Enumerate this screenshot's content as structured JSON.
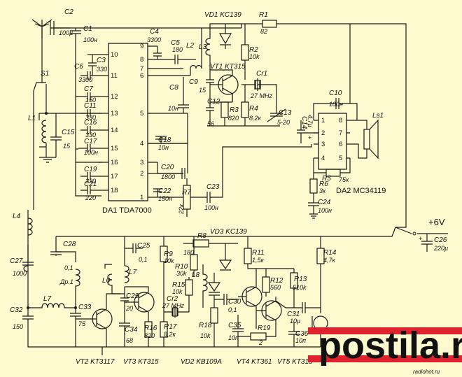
{
  "labels": {
    "C2": {
      "ref": "C2",
      "val": "100µ"
    },
    "C1": {
      "ref": "C1",
      "val": "100н"
    },
    "C3": {
      "ref": "C3",
      "val": "330"
    },
    "C6": {
      "ref": "C6",
      "val": "3300"
    },
    "C7": {
      "ref": "C7",
      "val": "150"
    },
    "C11": {
      "ref": "C11",
      "val": "330"
    },
    "C16": {
      "ref": "C16",
      "val": "330"
    },
    "C17": {
      "ref": "C17",
      "val": "100н"
    },
    "C19": {
      "ref": "C19",
      "val": "330"
    },
    "C21": {
      "ref": "C21",
      "val": "220"
    },
    "C15": {
      "ref": "C15",
      "val": "15"
    },
    "C4": {
      "ref": "C4",
      "val": "3300"
    },
    "C5": {
      "ref": "C5",
      "val": "180"
    },
    "C8": {
      "ref": "C8",
      "val": "10н"
    },
    "C18": {
      "ref": "C18",
      "val": "10н"
    },
    "C20": {
      "ref": "C20",
      "val": "1800"
    },
    "C22": {
      "ref": "C22",
      "val": "150н"
    },
    "C23": {
      "ref": "C23",
      "val": "100н"
    },
    "C9": {
      "ref": "C9",
      "val": "15"
    },
    "C12": {
      "ref": "C12",
      "val": "56"
    },
    "C13": {
      "ref": "C13",
      "val": "5-20"
    },
    "C14": {
      "ref": "C14",
      "val": "4.7µ"
    },
    "C10": {
      "ref": "C10",
      "val": "100н"
    },
    "C24": {
      "ref": "C24",
      "val": "100н"
    },
    "C26": {
      "ref": "C26",
      "val": "220µ"
    },
    "C27": {
      "ref": "C27",
      "val": "1000"
    },
    "C28": {
      "ref": "C28",
      "val": "0,1"
    },
    "C25": {
      "ref": "C25",
      "val": "0,1"
    },
    "C29": {
      "ref": "C29",
      "val": "20"
    },
    "C32": {
      "ref": "C32",
      "val": "150"
    },
    "C33": {
      "ref": "C33",
      "val": "75"
    },
    "C34": {
      "ref": "C34",
      "val": "68"
    },
    "C30": {
      "ref": "C30",
      "val": "0,1"
    },
    "C35": {
      "ref": "C35",
      "val": "10п"
    },
    "C31": {
      "ref": "C31",
      "val": "10µ"
    },
    "C36": {
      "ref": "C36",
      "val": "10п"
    },
    "R1": {
      "ref": "R1",
      "val": "82"
    },
    "R2": {
      "ref": "R2",
      "val": "10k"
    },
    "R3": {
      "ref": "R3",
      "val": "820"
    },
    "R4": {
      "ref": "R4",
      "val": "8,2к"
    },
    "R5": {
      "ref": "R5",
      "val": "75к"
    },
    "R6": {
      "ref": "R6",
      "val": "3к"
    },
    "R7": {
      "ref": "R7",
      "val": "22к"
    },
    "R8": {
      "ref": "R8",
      "val": "180"
    },
    "R9": {
      "ref": "R9",
      "val": "10k"
    },
    "R10": {
      "ref": "R10",
      "val": "30k"
    },
    "R11": {
      "ref": "R11",
      "val": "1,5к"
    },
    "R12": {
      "ref": "R12",
      "val": "560"
    },
    "R13": {
      "ref": "R13",
      "val": "510k"
    },
    "R14": {
      "ref": "R14",
      "val": "4,7к"
    },
    "R15": {
      "ref": "R15",
      "val": "10k"
    },
    "R16": {
      "ref": "R16",
      "val": "820"
    },
    "R17": {
      "ref": "R17",
      "val": "8,2к"
    },
    "R18": {
      "ref": "R18",
      "val": "10k"
    },
    "R19": {
      "ref": "R19",
      "val": "2"
    },
    "L1": "L1",
    "L2": "L2",
    "L3": "L3",
    "L4": "L4",
    "L6": "L6",
    "L7a": "L7",
    "L7b": "L7",
    "L8": "L8",
    "Dr1": "Др.1",
    "S1": "S1",
    "Cr1": {
      "ref": "Cr1",
      "val": "27 MHz"
    },
    "Cr2": {
      "ref": "Cr2",
      "val": "27 MHz"
    },
    "Ls1": "Ls1",
    "VD1": "VD1 KC139",
    "VD3": "VD3 KC139",
    "VT1": "VT1 KT315",
    "VT2": "VT2 KT3117",
    "VT3": "VT3 KT315",
    "VD2": "VD2 KB109A",
    "VT4": "VT4 KT361",
    "VT5": "VT5 KT315",
    "DA1": "DA1  TDA7000",
    "DA2": "DA2  MC34119",
    "supply": "+6V"
  },
  "da1_pins": {
    "left": [
      "10",
      "11",
      "12",
      "13",
      "14",
      "15",
      "16",
      "17",
      "18"
    ],
    "right": [
      "9",
      "8",
      "7",
      "6",
      "5",
      "4",
      "3",
      "2",
      "1"
    ]
  },
  "da2_pins": {
    "left": [
      "1",
      "2",
      "3",
      "4"
    ],
    "right": [
      "8",
      "7",
      "6",
      "5"
    ]
  },
  "polarity": {
    "plus": "+"
  },
  "watermark": {
    "text": "postila.ru",
    "sub": "radiohot.ru"
  }
}
